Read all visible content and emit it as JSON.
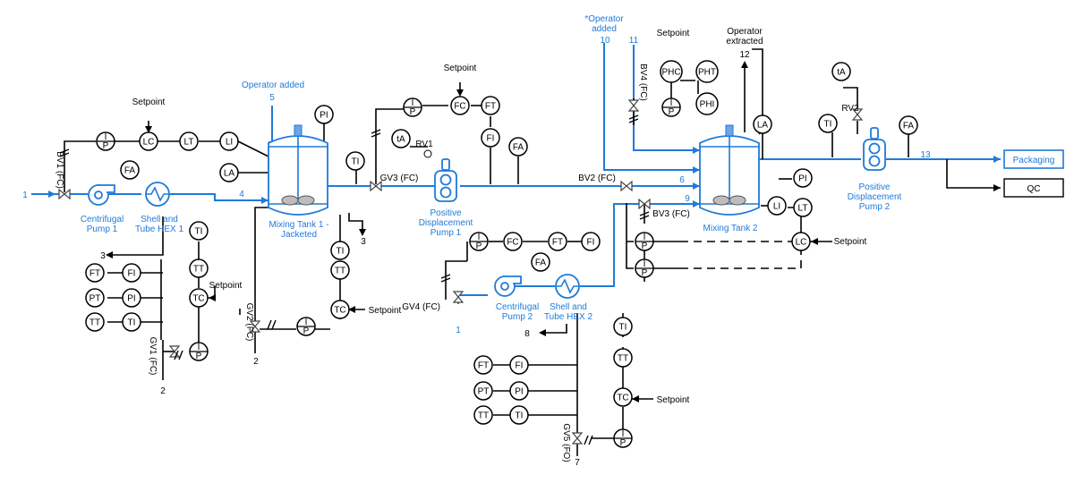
{
  "equipment": {
    "centrifugal_pump_1": "Centrifugal\nPump 1",
    "shell_tube_hex_1": "Shell and\nTube HEX 1",
    "mixing_tank_1": "Mixing Tank 1 -\nJacketed",
    "pd_pump_1": "Positive\nDisplacement\nPump 1",
    "centrifugal_pump_2": "Centrifugal\nPump 2",
    "shell_tube_hex_2": "Shell and\nTube HEX 2",
    "mixing_tank_2": "Mixing Tank 2",
    "pd_pump_2": "Positive\nDisplacement\nPump 2",
    "packaging": "Packaging",
    "qc": "QC"
  },
  "valves": {
    "bv1": "BV1 (FC)",
    "gv1": "GV1 (FC)",
    "gv2": "GV2 (FC)",
    "gv3": "GV3 (FC)",
    "rv1": "RV1",
    "bv2": "BV2 (FC)",
    "bv3": "BV3 (FC)",
    "bv4": "BV4 (FC)",
    "gv4": "GV4 (FC)",
    "gv5": "GV5 (FO)",
    "rv2": "RV2"
  },
  "streams": {
    "s1_in": "1",
    "s2_a": "2",
    "s2_b": "2",
    "s3_a": "3",
    "s3_b": "3",
    "s4": "4",
    "s5": "5",
    "s6": "6",
    "s7": "7",
    "s8": "8",
    "s9": "9",
    "s10": "10",
    "s11": "11",
    "s12": "12",
    "s13": "13",
    "s1_b": "1"
  },
  "annotations": {
    "operator_added": "Operator added",
    "operator_added_star": "*Operator\nadded",
    "operator_extracted": "Operator\nextracted",
    "setpoint": "Setpoint"
  },
  "instrument_tags": {
    "ip": [
      "I",
      "P"
    ],
    "LC": "LC",
    "LT": "LT",
    "LI": "LI",
    "LA": "LA",
    "PI": "PI",
    "FA": "FA",
    "TI": "TI",
    "TT": "TT",
    "TC": "TC",
    "FT": "FT",
    "FI": "FI",
    "PT": "PT",
    "FC": "FC",
    "tA": "tA",
    "PHC": "PHC",
    "PHT": "PHT",
    "PHI": "PHI"
  },
  "colors": {
    "process_line": "#1f7ad9",
    "signal_line": "#000000"
  }
}
